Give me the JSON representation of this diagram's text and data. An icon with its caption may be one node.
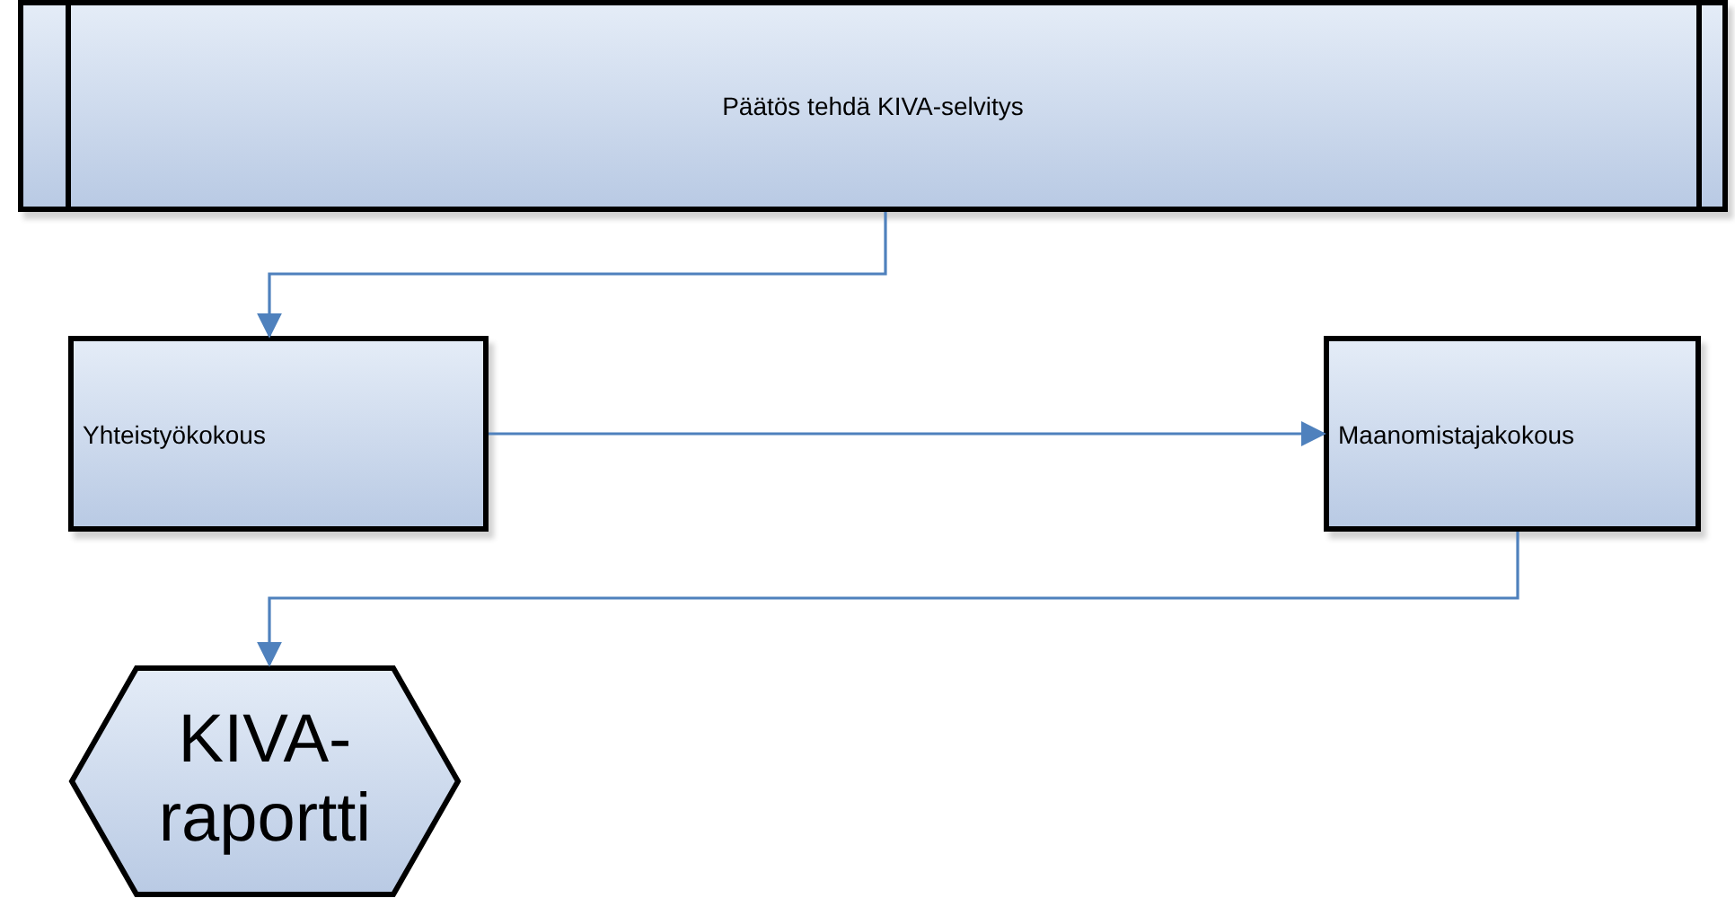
{
  "diagram": {
    "nodes": [
      {
        "text": [
          "Päätös tehdä KIVA-selvitys"
        ]
      },
      {
        "text": [
          "Yhteistyökokous"
        ]
      },
      {
        "text": [
          "Maanomistajakokous"
        ]
      },
      {
        "text": [
          "KIVA-raportti"
        ]
      }
    ],
    "edges": [
      {
        "from": 0,
        "to": 1,
        "arrow": "to"
      },
      {
        "from": 1,
        "to": 2,
        "arrow": "to"
      },
      {
        "from": 2,
        "to": 3,
        "arrow": "to"
      }
    ]
  }
}
